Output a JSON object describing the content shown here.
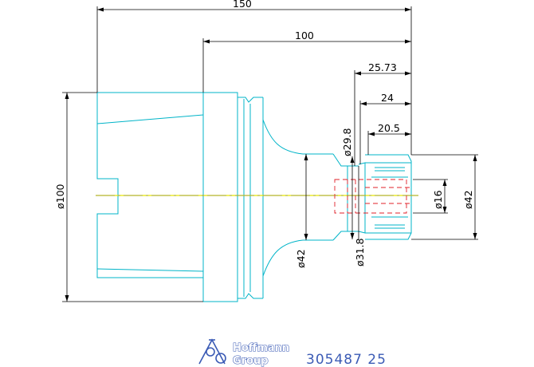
{
  "dimensions": {
    "len_150": "150",
    "len_100": "100",
    "len_25_73": "25.73",
    "len_24": "24",
    "len_20_5": "20.5",
    "dia_29_8": "ø29.8",
    "dia_100": "ø100",
    "dia_16": "ø16",
    "dia_42_right": "ø42",
    "dia_42_left": "ø42",
    "dia_31_8": "ø31.8"
  },
  "branding": {
    "logo_line1": "Hoffmann",
    "logo_line2": "Group",
    "part_number": "305487 25"
  },
  "colors": {
    "outline": "#00b4c8",
    "centerline": "#e8e800",
    "hidden_line": "#e0202a",
    "dimension": "#000000",
    "logo": "#3b5bb5"
  }
}
